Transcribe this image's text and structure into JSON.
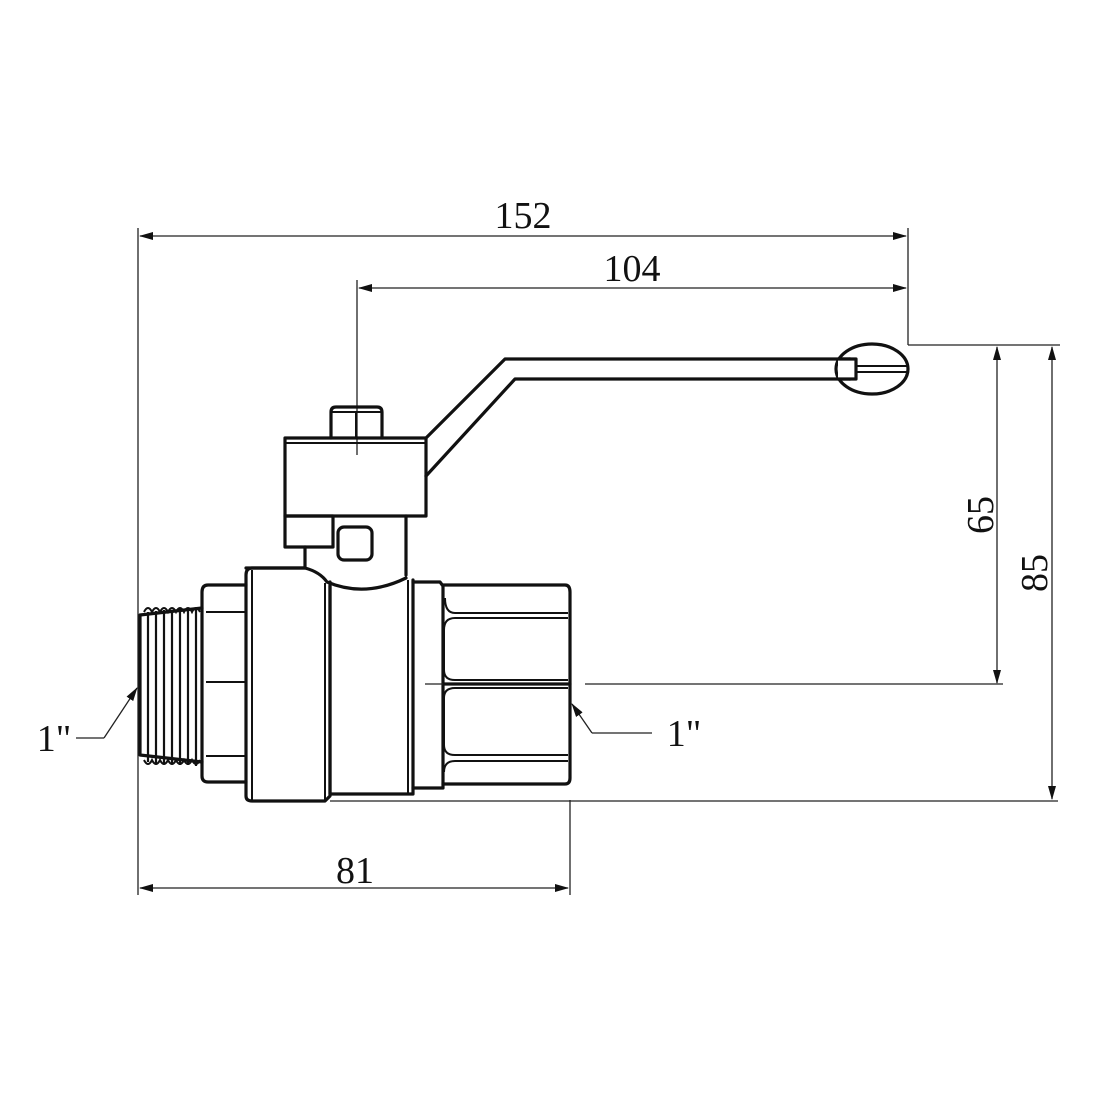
{
  "diagram": {
    "type": "technical-drawing",
    "subject": "ball valve with lever handle (male-female thread)",
    "colors": {
      "line": "#111111",
      "background": "#ffffff"
    },
    "dimensions": {
      "overall_length": "152",
      "handle_length": "104",
      "stem_to_handle_height": "65",
      "overall_height": "85",
      "body_length": "81"
    },
    "thread_labels": {
      "male_end": "1\"",
      "female_end": "1\""
    }
  }
}
